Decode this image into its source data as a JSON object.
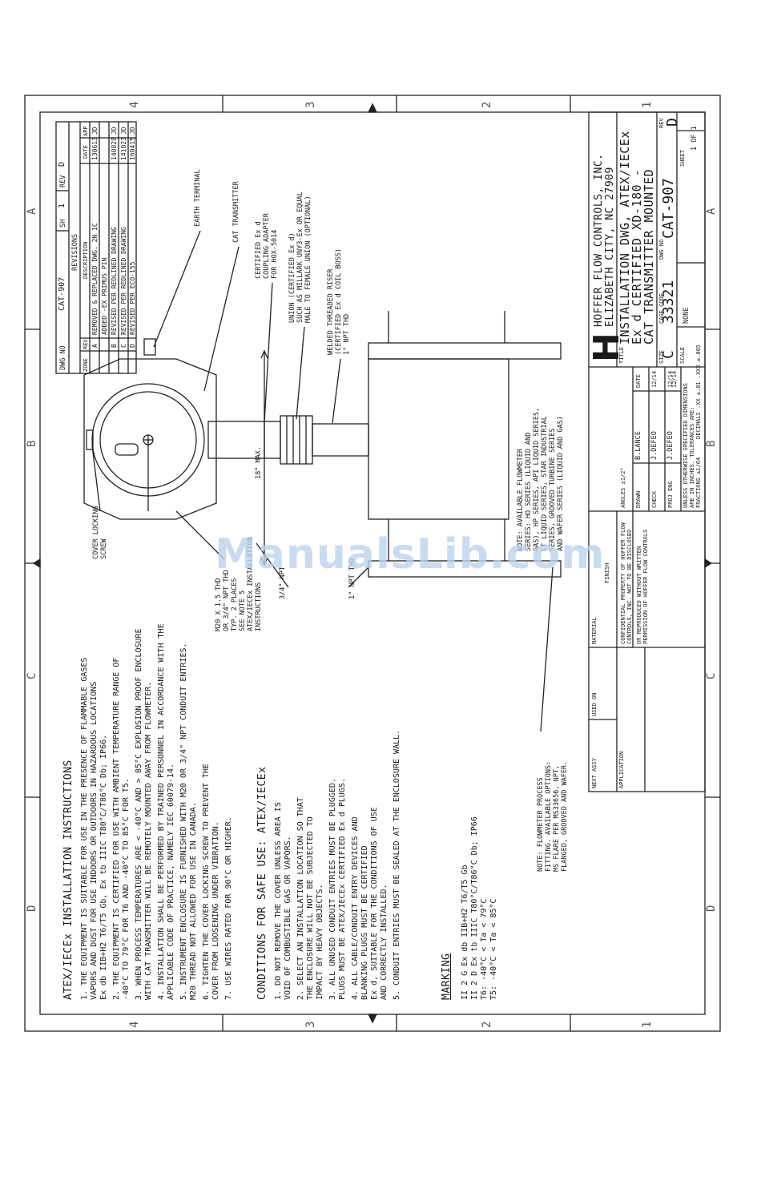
{
  "zones": {
    "top": [
      "D",
      "C",
      "B",
      "A"
    ],
    "side": [
      "1",
      "2",
      "3",
      "4"
    ]
  },
  "revisions": {
    "dwg_no_label": "DWG NO",
    "dwg_no": "CAT-907",
    "sh_label": "SH",
    "sh": "1",
    "rev_label": "REV",
    "rev": "D",
    "title": "REVISIONS",
    "headers": [
      "ZONE",
      "REV",
      "DESCRIPTION",
      "DATE",
      "APP"
    ],
    "rows": [
      {
        "rev": "A",
        "description": "REMOVED & REPLACED DWG. 2N 1C",
        "date": "130613",
        "app": "JD"
      },
      {
        "rev": "",
        "description": "ADDED -EX PRIMUS PIN",
        "date": "",
        "app": ""
      },
      {
        "rev": "B",
        "description": "REVISED PER REDLINED DRAWING",
        "date": "140828",
        "app": "JD"
      },
      {
        "rev": "C",
        "description": "REVISED PER REDLINED DRAWING",
        "date": "141023",
        "app": "JD"
      },
      {
        "rev": "D",
        "description": "REVISED PER ECO-155",
        "date": "160415",
        "app": "JD"
      }
    ]
  },
  "callouts": {
    "earth_terminal": "EARTH TERMINAL",
    "cat_transmitter": "CAT TRANSMITTER",
    "coupling": [
      "CERTIFIED Ex d",
      "COUPLING ADAPTER",
      "FOR HOX-5014"
    ],
    "union": [
      "UNION (CERTIFIED Ex d)",
      "SUCH AS MILLARK UNY3-Ex OR EQUAL",
      "MALE TO FEMALE UNION (OPTIONAL)"
    ],
    "riser": [
      "WELDED THREADED RISER",
      "(CERTIFIED Ex d COIL BOSS)",
      "1\" NPT THD"
    ],
    "cover_screw": [
      "COVER LOCKING",
      "SCREW"
    ],
    "m20": [
      "M20 X 1.5 THD",
      "OR 3/4\" NPT THD",
      "TYP. 2 PLACES",
      "SEE NOTE 5",
      "ATEX/IECEx INSTALLATION",
      "INSTRUCTIONS"
    ],
    "npt34": "3/4\" NPT",
    "max18": "18\" MAX.",
    "npt1": "1\" NPT THD",
    "flowmeter_note": [
      "NOTE: AVAILABLE FLOWMETER",
      "SERIES: HO SERIES (LIQUID AND",
      "GAS), HP SERIES, API LIQUID SERIES,",
      "CT LIQUID SERIES, STAR INDUSTRIAL",
      "SERIES, GROOVED TURBINE SERIES",
      "AND WAFER SERIES (LIQUID AND GAS)"
    ],
    "process_note": [
      "NOTE: FLOWMETER PROCESS",
      "FITTING. AVAILABLE OPTIONS:",
      "MS FLARE PER MS33656, NPT,",
      "FLANGED, GROOVED AND WAFER."
    ]
  },
  "instructions": {
    "title": "ATEX/IECEx INSTALLATION INSTRUCTIONS",
    "items": [
      "1. THE EQUIPMENT IS SUITABLE FOR USE IN THE PRESENCE OF FLAMMABLE GASES",
      "   VAPORS AND DUST FOR USE INDOORS OR OUTDOORS IN HAZARDOUS LOCATIONS",
      "   Ex db IIB+H2 T6/T5 Gb, Ex tb IIIC T80°C/T86°C Db; IP66.",
      "2. THE EQUIPMENT IS CERTIFIED FOR USE WITH AMBIENT TEMPERATURE RANGE OF",
      "   -40°C TO 79°C FOR T6 AND -40°C TO 85°C FOR T5.",
      "3. WHEN PROCESS TEMPERATURES ARE < -40°C AND > 85°C EXPLOSION PROOF ENCLOSURE",
      "   WITH CAT TRANSMITTER WILL BE REMOTELY MOUNTED AWAY FROM FLOWMETER.",
      "4. INSTALLATION SHALL BE PERFORMED BY TRAINED PERSONNEL IN ACCORDANCE WITH THE",
      "   APPLICABLE CODE OF PRACTICE, NAMELY IEC 60079-14.",
      "5. INSTRUMENT ENCLOSURE IS FURNISHED WITH M20 OR 3/4\" NPT CONDUIT ENTRIES.",
      "   M20 THREAD NOT ALLOWED FOR USE IN CANADA.",
      "6. TIGHTEN THE COVER LOCKING SCREW TO PREVENT THE",
      "   COVER FROM LOOSENING UNDER VIBRATION.",
      "7. USE WIRES RATED FOR 90°C OR HIGHER."
    ]
  },
  "conditions": {
    "title": "CONDITIONS FOR SAFE USE: ATEX/IECEx",
    "items": [
      "1. DO NOT REMOVE THE COVER UNLESS AREA IS",
      "   VOID OF COMBUSTIBLE GAS OR VAPORS.",
      "2. SELECT AN INSTALLATION LOCATION SO THAT",
      "   THE ENCLOSURE WILL NOT BE SUBJECTED TO",
      "   IMPACT BY HEAVY OBJECTS.",
      "3. ALL UNUSED CONDUIT ENTRIES MUST BE PLUGGED.",
      "   PLUGS MUST BE ATEX/IECEx CERTIFIED Ex d PLUGS.",
      "4. ALL CABLE/CONDUIT ENTRY DEVICES AND",
      "   BLANKING PLUGS MUST BE CERTIFIED",
      "   Ex d, SUITABLE FOR THE CONDITIONS OF USE",
      "   AND CORRECTLY INSTALLED.",
      "5. CONDUIT ENTRIES MUST BE SEALED AT THE ENCLOSURE WALL."
    ]
  },
  "marking": {
    "title": "MARKING",
    "lines": [
      "II 2 G Ex db IIB+H2 T6/T5 Gb",
      "II 2 D Ex tb IIIC T80°C/T86°C Db; IP66",
      "T6: -40°C < Ta < 79°C",
      "T5: -40°C < Ta < 85°C"
    ]
  },
  "title_block": {
    "logo": "H",
    "company": "HOFFER FLOW CONTROLS, INC.",
    "address": "ELIZABETH CITY, NC 27909",
    "title_label": "TITLE",
    "title_lines": [
      "INSTALLATION DWG, ATEX/IECEx",
      "Ex d CERTIFIED XD-180 -",
      "CAT TRANSMITTER MOUNTED"
    ],
    "size_label": "SIZE",
    "size": "C",
    "cage_label": "CAGE CODE",
    "cage": "33321",
    "dwg_label": "DWG NO",
    "dwg_no": "CAT-907",
    "rev_label": "REV",
    "rev": "D",
    "scale_label": "SCALE",
    "scale": "NONE",
    "sheet_label": "SHEET",
    "sheet": "1 OF 1",
    "drawn_label": "DRAWN",
    "drawn": "B.LANCE",
    "check_label": "CHECK",
    "check": "J.DEFEO",
    "proj_label": "PROJ ENG",
    "proj": "J.DEFEO",
    "date_label": "DATE",
    "dates": [
      "12/14",
      "12/14",
      "12/14"
    ],
    "material_label": "MATERIAL",
    "finish_label": "FINISH",
    "tolerance_text": [
      "UNLESS OTHERWISE SPECIFIED DIMENSIONS",
      "ARE IN INCHES. TOLERANCES ARE:",
      "FRACTIONS ±1/64",
      "DECIMALS .XX ±.01  .XXX ±.005",
      "ANGLES ±1/2°"
    ],
    "proprietary_text": [
      "CONFIDENTIAL PROPERTY OF HOFFER FLOW",
      "CONTROLS, INC. NOT TO BE DISCLOSED",
      "OR REPRODUCED WITHOUT WRITTEN",
      "PERMISSION OF HOFFER FLOW CONTROLS"
    ],
    "next_assy_label": "NEXT ASSY",
    "used_on_label": "USED ON",
    "application_label": "APPLICATION"
  },
  "watermark": "ManualsLib.com"
}
